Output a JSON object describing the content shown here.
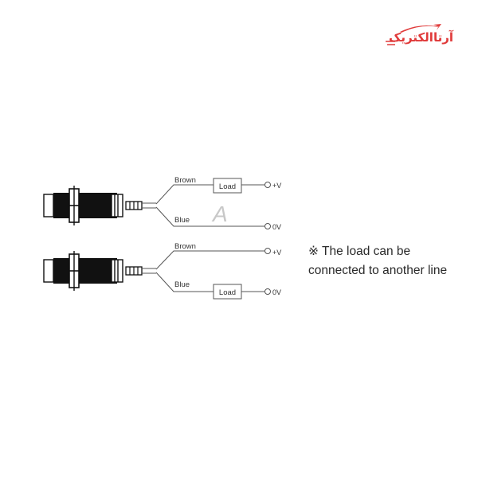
{
  "logo": {
    "text": "آرتاالکتریک",
    "color": "#e03a3a"
  },
  "watermark": {
    "glyph": "A",
    "color": "#bdbdbd"
  },
  "circuits": [
    {
      "id": "load-on-positive",
      "wires": [
        {
          "label": "Brown",
          "terminal": "+V",
          "has_load": true,
          "load_label": "Load"
        },
        {
          "label": "Blue",
          "terminal": "0V",
          "has_load": false
        }
      ]
    },
    {
      "id": "load-on-negative",
      "wires": [
        {
          "label": "Brown",
          "terminal": "+V",
          "has_load": false
        },
        {
          "label": "Blue",
          "terminal": "0V",
          "has_load": true,
          "load_label": "Load"
        }
      ]
    }
  ],
  "note": {
    "mark": "※",
    "text": "The load can be connected to another line"
  },
  "colors": {
    "line": "#555555",
    "sensor": "#111111",
    "text": "#333333"
  }
}
